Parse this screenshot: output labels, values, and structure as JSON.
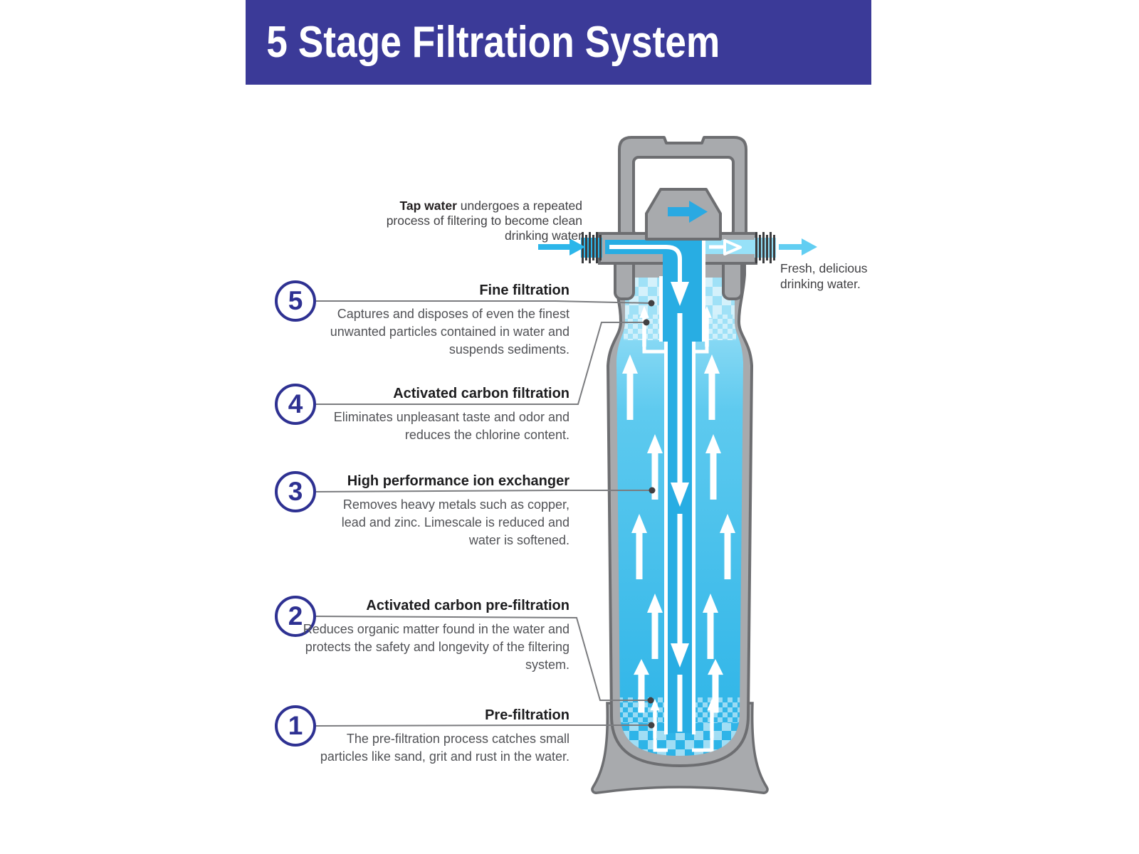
{
  "header": {
    "title": "5 Stage Filtration System"
  },
  "annotations": {
    "tap_bold": "Tap water",
    "tap_line1_rest": " undergoes a repeated",
    "tap_line2": "process of filtering to become clean",
    "tap_line3": "drinking water",
    "fresh_line1": "Fresh, delicious",
    "fresh_line2": "drinking water."
  },
  "stages": [
    {
      "number": "5",
      "title": "Fine filtration",
      "lines": [
        "Captures and disposes of even the finest",
        "unwanted particles contained in water and",
        "suspends sediments."
      ]
    },
    {
      "number": "4",
      "title": "Activated carbon filtration",
      "lines": [
        "Eliminates unpleasant taste and odor and",
        "reduces the chlorine content."
      ]
    },
    {
      "number": "3",
      "title": "High performance ion exchanger",
      "lines": [
        "Removes heavy metals such as copper,",
        "lead and zinc. Limescale is reduced and",
        "water is softened."
      ]
    },
    {
      "number": "2",
      "title": "Activated carbon pre-filtration",
      "lines": [
        "Reduces organic matter found in the water and",
        "protects the safety and longevity of the filtering",
        "system."
      ]
    },
    {
      "number": "1",
      "title": "Pre-filtration",
      "lines": [
        "The pre-filtration process catches small",
        "particles like sand, grit and rust in the water."
      ]
    }
  ],
  "colors": {
    "banner_bg": "#3b3a98",
    "stage_circle": "#2e3192",
    "title_text": "#1d1d1f",
    "body_text": "#515256",
    "filter_gray": "#a8aaad",
    "filter_outline": "#6d6e71",
    "water_light": "#a9e4f8",
    "water_deep": "#2bb3e7",
    "tube_blue": "#28ade3",
    "outlet_light_blue": "#97e1f8",
    "flow_arrow_cyan": "#2cb6ea"
  }
}
